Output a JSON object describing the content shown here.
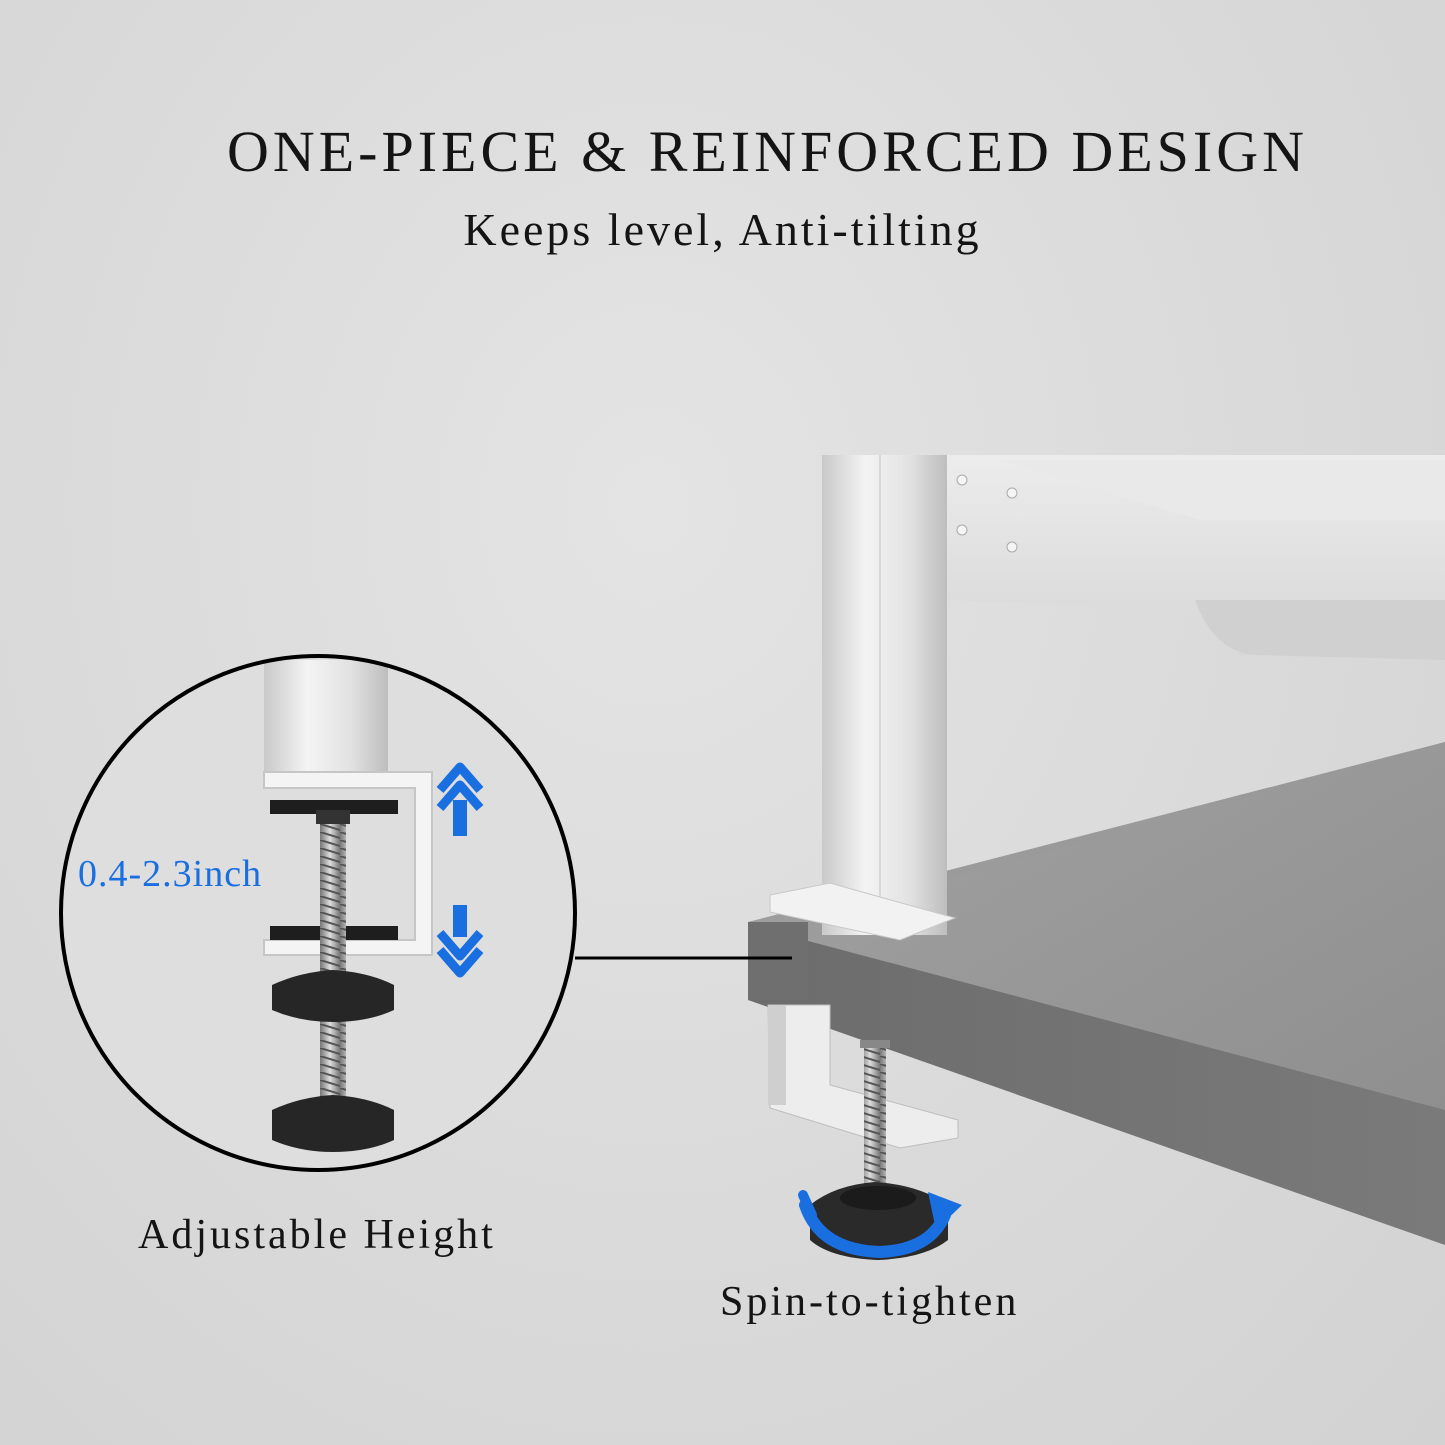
{
  "headline": "ONE-PIECE & REINFORCED DESIGN",
  "subheadline": "Keeps level, Anti-tilting",
  "detail": {
    "range_label": "0.4-2.3inch",
    "caption": "Adjustable Height"
  },
  "clamp": {
    "caption": "Spin-to-tighten"
  },
  "colors": {
    "accent_blue": "#1a6fe0",
    "text": "#141414",
    "background": "#dcdcdc"
  },
  "icons": [
    "up-arrow-icon",
    "down-arrow-icon",
    "rotate-arrow-icon"
  ]
}
